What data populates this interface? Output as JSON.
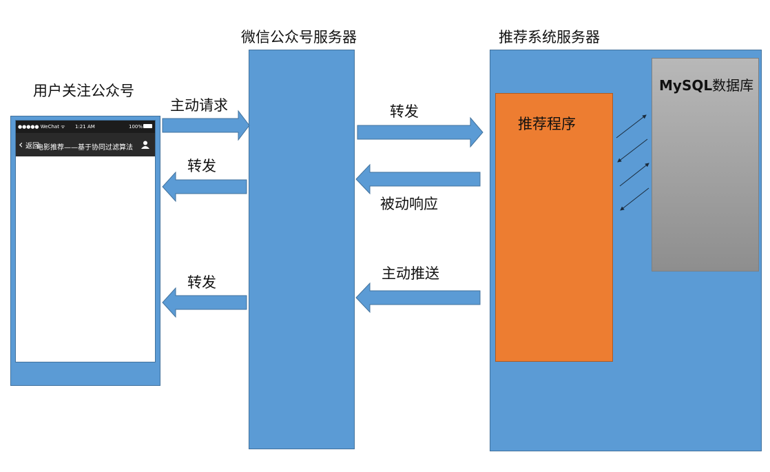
{
  "labels": {
    "user_follow": "用户关注公众号",
    "wechat_server": "微信公众号服务器",
    "rec_server": "推荐系统服务器",
    "rec_program": "推荐程序",
    "mysql_bold": "MySQL",
    "mysql_rest": "数据库"
  },
  "arrows": {
    "active_request": "主动请求",
    "forward_1": "转发",
    "forward_2": "转发",
    "forward_3": "转发",
    "passive_response": "被动响应",
    "active_push": "主动推送"
  },
  "phone": {
    "status_carrier": "●●●●● WeChat ᯤ",
    "status_time": "1:21 AM",
    "status_battery": "100%",
    "back_label": "返回",
    "nav_title": "电影推荐——基于协同过滤算法"
  },
  "colors": {
    "server_blue": "#5b9bd5",
    "program_orange": "#ed7d31",
    "db_gray": "#a6a6a6"
  }
}
